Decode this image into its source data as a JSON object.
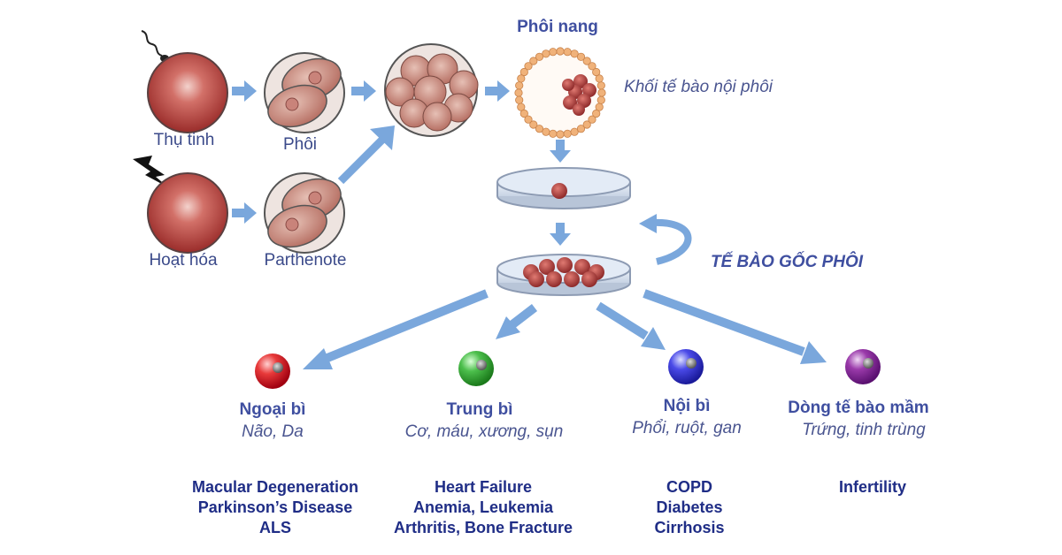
{
  "stages": {
    "fertilization": "Thụ tinh",
    "embryo": "Phôi",
    "activation": "Hoạt hóa",
    "parthenote": "Parthenote",
    "blastocyst": "Phôi nang",
    "inner_cell_mass": "Khối tế bào nội phôi",
    "stem_cells": "TẾ BÀO GỐC PHÔI"
  },
  "germ_layers": [
    {
      "name": "Ngoại bì",
      "tissues": "Não, Da",
      "color": "#e02030",
      "diseases": [
        "Macular Degeneration",
        "Parkinson’s Disease",
        "ALS"
      ]
    },
    {
      "name": "Trung bì",
      "tissues": "Cơ, máu, xương, sụn",
      "color": "#3aa83a",
      "diseases": [
        "Heart Failure",
        "Anemia, Leukemia",
        "Arthritis, Bone Fracture"
      ]
    },
    {
      "name": "Nội bì",
      "tissues": "Phổi, ruột, gan",
      "color": "#3a3ae0",
      "diseases": [
        "COPD",
        "Diabetes",
        "Cirrhosis"
      ]
    },
    {
      "name": "Dòng tế bào mầm",
      "tissues": "Trứng, tinh trùng",
      "color": "#8a2a9a",
      "diseases": [
        "Infertility"
      ]
    }
  ],
  "colors": {
    "arrow": "#6f9fd8",
    "cell": "#b8433f",
    "text_primary": "#3f4fa0",
    "text_disease": "#1f2d86"
  }
}
